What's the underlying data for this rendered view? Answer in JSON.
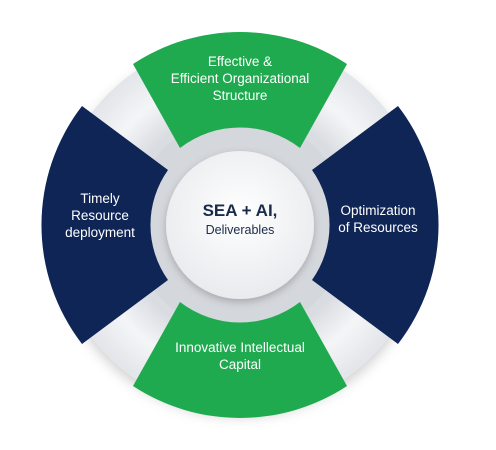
{
  "center": {
    "title": "SEA + AI,",
    "subtitle": "Deliverables"
  },
  "segments": {
    "top": {
      "line1": "Effective &",
      "line2": "Efficient Organizational",
      "line3": "Structure"
    },
    "right": {
      "line1": "Optimization",
      "line2": "of Resources"
    },
    "bottom": {
      "line1": "Innovative Intellectual",
      "line2": "Capital"
    },
    "left": {
      "line1": "Timely",
      "line2": "Resource",
      "line3": "deployment"
    }
  },
  "colors": {
    "green": "#1faa4f",
    "navy": "#0f2556",
    "ring": "#eceef1",
    "center": "#f3f4f6"
  }
}
